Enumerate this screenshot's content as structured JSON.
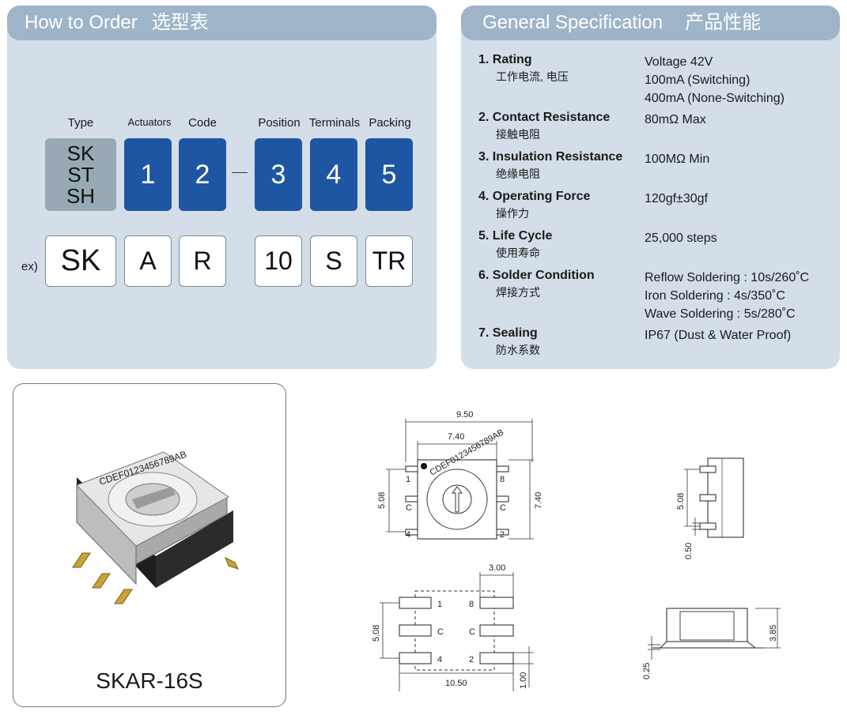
{
  "order": {
    "title_en": "How to Order",
    "title_cn": "选型表",
    "labels": [
      "Type",
      "Actuators",
      "Code",
      "Position",
      "Terminals",
      "Packing"
    ],
    "type_options": [
      "SK",
      "ST",
      "SH"
    ],
    "numbers": [
      "1",
      "2",
      "3",
      "4",
      "5"
    ],
    "example_prefix": "ex)",
    "example": [
      "SK",
      "A",
      "R",
      "10",
      "S",
      "TR"
    ]
  },
  "spec": {
    "title_en": "General Specification",
    "title_cn": "产品性能",
    "rows": [
      {
        "name": "1. Rating",
        "cn": "工作电流, 电压",
        "values": [
          "Voltage 42V",
          "100mA (Switching)",
          "400mA (None-Switching)"
        ]
      },
      {
        "name": "2. Contact Resistance",
        "cn": "接触电阻",
        "values": [
          "80mΩ  Max"
        ]
      },
      {
        "name": "3. Insulation Resistance",
        "cn": "绝缘电阻",
        "values": [
          "100MΩ  Min"
        ]
      },
      {
        "name": "4. Operating Force",
        "cn": "操作力",
        "values": [
          "120gf±30gf"
        ]
      },
      {
        "name": "5. Life Cycle",
        "cn": "使用寿命",
        "values": [
          "25,000 steps"
        ]
      },
      {
        "name": "6. Solder Condition",
        "cn": "焊接方式",
        "values": [
          "Reflow Soldering  : 10s/260˚C",
          "Iron Soldering : 4s/350˚C",
          "Wave Soldering : 5s/280˚C"
        ]
      },
      {
        "name": "7. Sealing",
        "cn": "防水系数",
        "values": [
          "IP67 (Dust & Water Proof)"
        ]
      }
    ]
  },
  "product": {
    "caption": "SKAR-16S",
    "dial_text": "CDEF0123456789AB"
  },
  "drawing": {
    "top_view": {
      "dims": [
        "9.50",
        "7.40",
        "5.08",
        "7.40"
      ],
      "pins": [
        "1",
        "C",
        "4",
        "8",
        "C",
        "2"
      ],
      "dial": "CDEF0123456789AB"
    },
    "side_view": {
      "dims": [
        "5.08",
        "0.50"
      ]
    },
    "footprint": {
      "dims": [
        "3.00",
        "5.08",
        "10.50",
        "1.00"
      ],
      "pins": [
        "1",
        "C",
        "4",
        "8",
        "C",
        "2"
      ]
    },
    "front_view": {
      "dims": [
        "3.85",
        "0.25"
      ]
    }
  }
}
